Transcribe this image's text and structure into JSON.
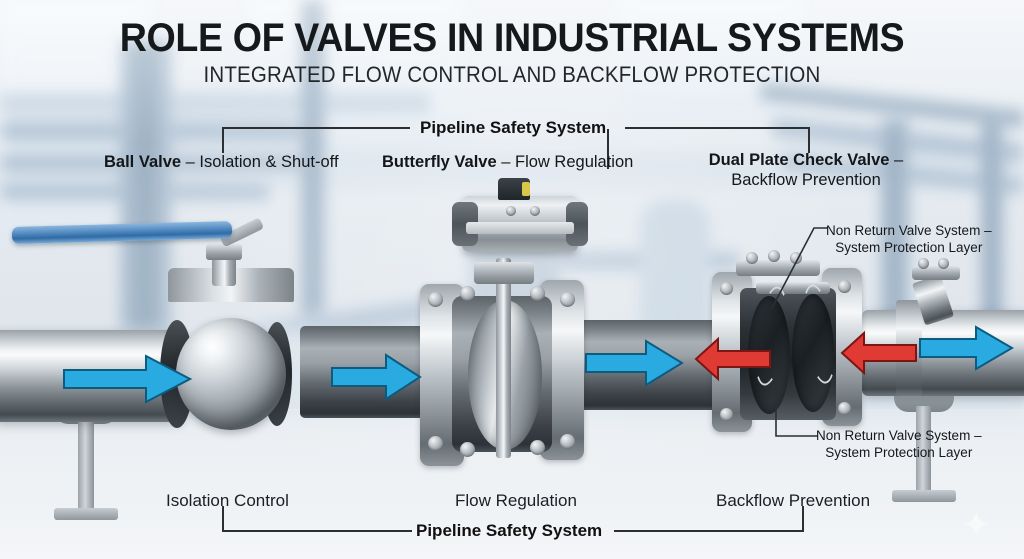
{
  "header": {
    "title": "ROLE OF VALVES IN INDUSTRIAL SYSTEMS",
    "subtitle": "INTEGRATED FLOW CONTROL AND BACKFLOW PROTECTION"
  },
  "top_bracket": {
    "label": "Pipeline Safety System"
  },
  "bottom_bracket": {
    "label": "Pipeline Safety System"
  },
  "valve_labels": [
    {
      "name": "Ball Valve",
      "dash": " – ",
      "function": "Isolation & Shut-off"
    },
    {
      "name": "Butterfly Valve",
      "dash": " – ",
      "function": "Flow Regulation"
    },
    {
      "name": "Dual Plate Check Valve",
      "dash": " – ",
      "function": "Backflow Prevention"
    }
  ],
  "callouts": [
    {
      "line1": "Non Return Valve System –",
      "line2": "System Protection Layer"
    },
    {
      "line1": "Non Return Valve System –",
      "line2": "System Protection Layer"
    }
  ],
  "captions": [
    {
      "label": "Isolation Control"
    },
    {
      "label": "Flow Regulation"
    },
    {
      "label": "Backflow Prevention"
    }
  ],
  "flow_arrows": [
    {
      "direction": "right",
      "meaning": "forward-flow",
      "color": "#29abe2"
    },
    {
      "direction": "right",
      "meaning": "forward-flow",
      "color": "#29abe2"
    },
    {
      "direction": "right",
      "meaning": "forward-flow",
      "color": "#29abe2"
    },
    {
      "direction": "left",
      "meaning": "backflow-blocked",
      "color": "#e03a35"
    },
    {
      "direction": "left",
      "meaning": "backflow-blocked",
      "color": "#e03a35"
    },
    {
      "direction": "right",
      "meaning": "forward-flow",
      "color": "#29abe2"
    }
  ],
  "colors": {
    "flow_blue": "#29abe2",
    "backflow_red": "#e03a35",
    "text_dark": "#14171a",
    "handle_blue": "#4e86bd"
  },
  "watermark": {
    "glyph": "✦"
  }
}
